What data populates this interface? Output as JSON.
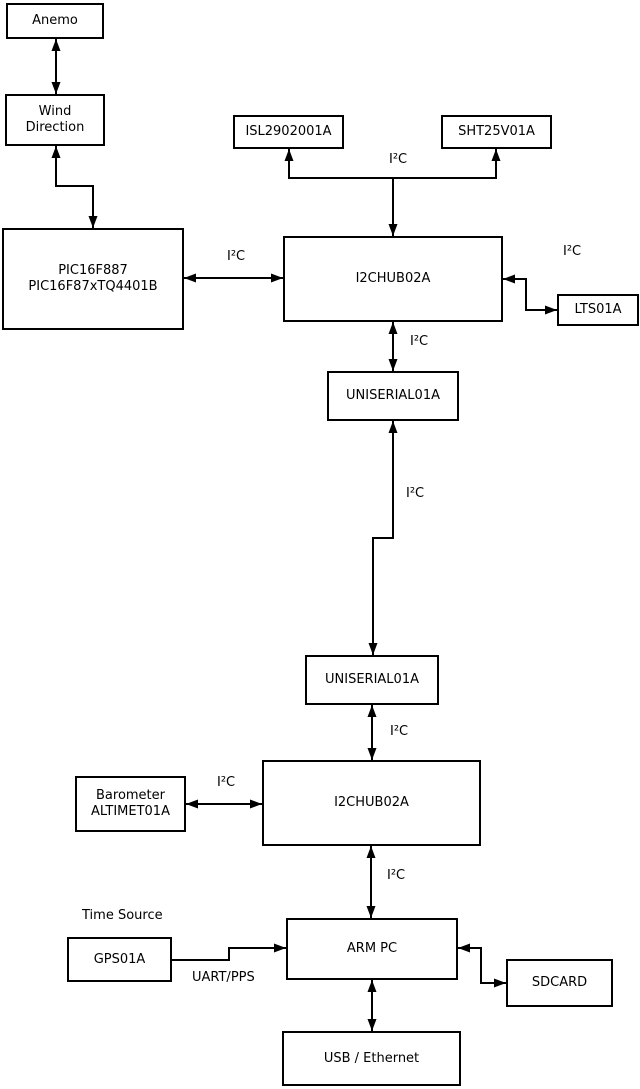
{
  "diagram": {
    "nodes": {
      "anemo": {
        "label": "Anemo"
      },
      "wind": {
        "line1": "Wind",
        "line2": "Direction"
      },
      "pic": {
        "line1": "PIC16F887",
        "line2": "PIC16F87xTQ4401B"
      },
      "isl": {
        "label": "ISL2902001A"
      },
      "sht": {
        "label": "SHT25V01A"
      },
      "hub1": {
        "label": "I2CHUB02A"
      },
      "lts": {
        "label": "LTS01A"
      },
      "uniserial1": {
        "label": "UNISERIAL01A"
      },
      "uniserial2": {
        "label": "UNISERIAL01A"
      },
      "hub2": {
        "label": "I2CHUB02A"
      },
      "barometer": {
        "line1": "Barometer",
        "line2": "ALTIMET01A"
      },
      "gps": {
        "label": "GPS01A"
      },
      "arm_pc": {
        "label": "ARM PC"
      },
      "sdcard": {
        "label": "SDCARD"
      },
      "usb_ethernet": {
        "label": "USB / Ethernet"
      }
    },
    "edge_labels": {
      "i2c_sensors_top": "I²C",
      "i2c_pic_hub1": "I²C",
      "i2c_hub1_lts": "I²C",
      "i2c_hub1_uniserial": "I²C",
      "i2c_uniserial_link": "I²C",
      "i2c_uniserial_hub2": "I²C",
      "i2c_barometer_hub2": "I²C",
      "i2c_hub2_armpc": "I²C",
      "uart_pps": "UART/PPS",
      "time_source": "Time Source"
    },
    "colors": {
      "stroke": "#000000",
      "node_fill": "#ffffff",
      "background": "#ffffff"
    }
  }
}
